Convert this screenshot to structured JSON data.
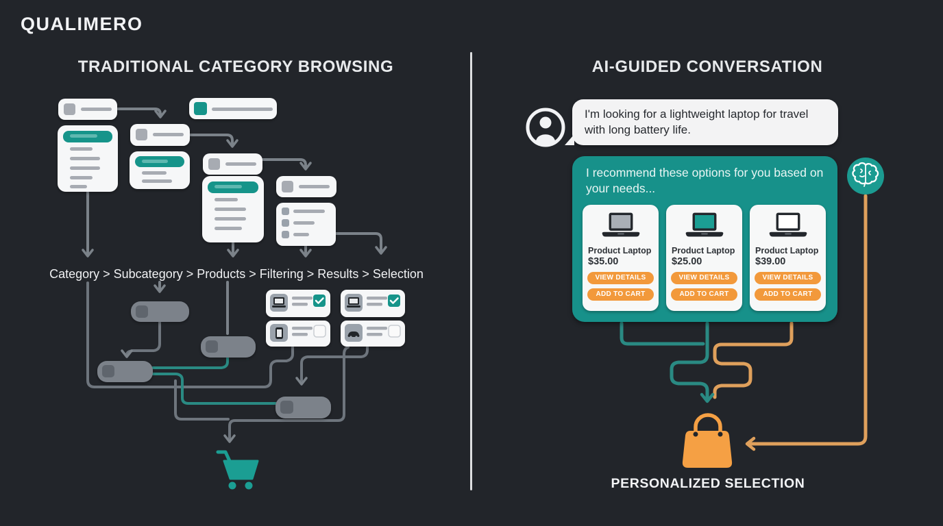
{
  "brand": "QUALIMERO",
  "left": {
    "title": "TRADITIONAL CATEGORY BROWSING",
    "breadcrumb": "Category > Subcategory > Products > Filtering > Results > Selection",
    "cart_icon": "shopping-cart",
    "mini_cards": [
      {
        "icon": "laptop",
        "checked": true
      },
      {
        "icon": "laptop",
        "checked": true
      },
      {
        "icon": "smartphone",
        "checked": false
      },
      {
        "icon": "car",
        "checked": false
      }
    ]
  },
  "right": {
    "title": "AI-GUIDED CONVERSATION",
    "user_icon": "person-avatar",
    "ai_icon": "brain",
    "result_icon": "shopping-bag",
    "user_message": "I'm looking for a lightweight laptop for travel with long battery life.",
    "ai_message": "I recommend these options for you based on your needs...",
    "buttons": {
      "view_details": "VIEW DETAILS",
      "add_to_cart": "ADD TO CART"
    },
    "products": [
      {
        "name": "Product Laptop",
        "price": "$35.00",
        "screen_color": "#A9AFB6"
      },
      {
        "name": "Product Laptop",
        "price": "$25.00",
        "screen_color": "#1B9E93"
      },
      {
        "name": "Product Laptop",
        "price": "$39.00",
        "screen_color": "#FFFFFF"
      }
    ],
    "footer_label": "PERSONALIZED SELECTION"
  },
  "colors": {
    "background": "#22252A",
    "teal": "#17918A",
    "teal_line": "#2A8A83",
    "orange": "#F2993B",
    "orange_line": "#DFA05C",
    "card_white": "#F6F7F8",
    "gray_line": "#7B8289"
  }
}
